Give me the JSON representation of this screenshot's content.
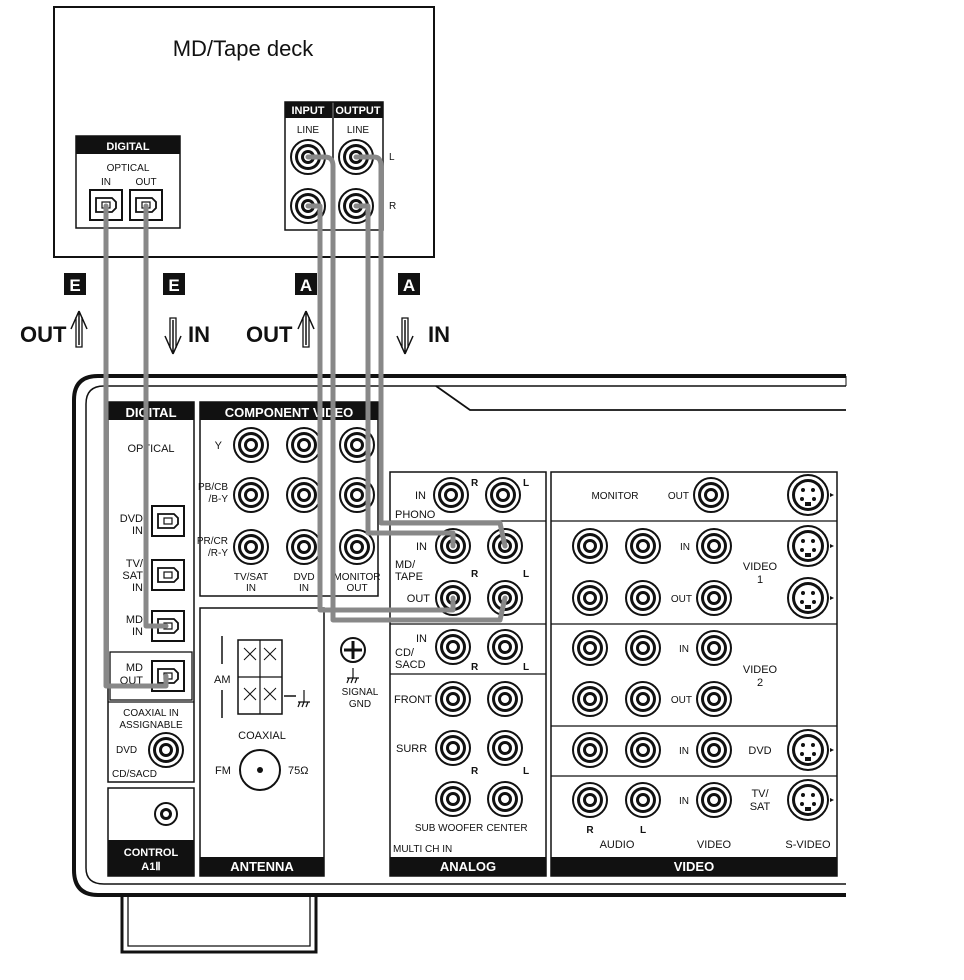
{
  "deck": {
    "title": "MD/Tape deck",
    "digital": "DIGITAL",
    "optical": "OPTICAL",
    "in": "IN",
    "out": "OUT",
    "input": "INPUT",
    "output": "OUTPUT",
    "line": "LINE",
    "l": "L",
    "r": "R"
  },
  "connections": {
    "e": "E",
    "a": "A",
    "out": "OUT",
    "in": "IN"
  },
  "receiver": {
    "digital": {
      "header": "DIGITAL",
      "optical": "OPTICAL",
      "dvd_in": [
        "DVD",
        "IN"
      ],
      "tvsat_in": [
        "TV/",
        "SAT",
        "IN"
      ],
      "md_in": [
        "MD",
        "IN"
      ],
      "md_out": [
        "MD",
        "OUT"
      ],
      "coaxial": [
        "COAXIAL IN",
        "ASSIGNABLE"
      ],
      "dvd": "DVD",
      "cdsacd": "CD/SACD"
    },
    "control": {
      "label1": "CONTROL",
      "label2": "A1Ⅱ"
    },
    "component": {
      "header": "COMPONENT VIDEO",
      "y": "Y",
      "pb": [
        "PB/CB",
        "/B-Y"
      ],
      "pr": [
        "PR/CR",
        "/R-Y"
      ],
      "tvsat": [
        "TV/SAT",
        "IN"
      ],
      "dvd": [
        "DVD",
        "IN"
      ],
      "monitor": [
        "MONITOR",
        "OUT"
      ]
    },
    "antenna": {
      "header": "ANTENNA",
      "am": "AM",
      "coaxial": "COAXIAL",
      "fm": "FM",
      "ohm": "75Ω"
    },
    "signal_gnd": [
      "SIGNAL",
      "GND"
    ],
    "analog": {
      "header": "ANALOG",
      "in": "IN",
      "out": "OUT",
      "phono": "PHONO",
      "mdtape": [
        "MD/",
        "TAPE"
      ],
      "cdsacd": [
        "CD/",
        "SACD"
      ],
      "front": "FRONT",
      "surr": "SURR",
      "sub": "SUB WOOFER",
      "center": "CENTER",
      "multi": "MULTI CH IN",
      "r": "R",
      "l": "L"
    },
    "video": {
      "header": "VIDEO",
      "monitor": "MONITOR",
      "out": "OUT",
      "in": "IN",
      "video1": [
        "VIDEO",
        "1"
      ],
      "video2": [
        "VIDEO",
        "2"
      ],
      "dvd": "DVD",
      "tvsat": [
        "TV/",
        "SAT"
      ],
      "audio": "AUDIO",
      "video": "VIDEO",
      "svideo": "S-VIDEO",
      "r": "R",
      "l": "L"
    }
  }
}
